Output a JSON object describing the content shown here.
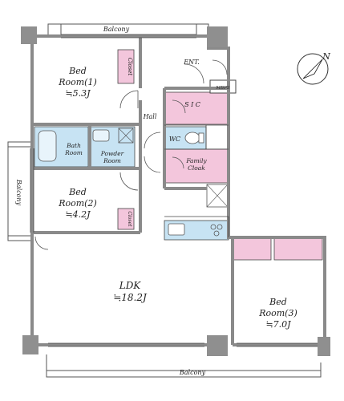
{
  "rooms": {
    "bed1": {
      "name": "Bed",
      "name2": "Room(1)",
      "size": "≒5.3J"
    },
    "bed2": {
      "name": "Bed",
      "name2": "Room(2)",
      "size": "≒4.2J"
    },
    "bed3": {
      "name": "Bed",
      "name2": "Room(3)",
      "size": "≒7.0J"
    },
    "ldk": {
      "name": "LDK",
      "size": "≒18.2J"
    },
    "bath": {
      "name": "Bath",
      "name2": "Room"
    },
    "powder": {
      "name": "Powder",
      "name2": "Room"
    },
    "family_cloak": {
      "name": "Family",
      "name2": "Cloak"
    },
    "sic": "S I C",
    "wc": "WC",
    "hall": "Hall",
    "ent": "ENT.",
    "mbps": "MBPS",
    "closet_top": "Closet",
    "closet_mid": "Closet"
  },
  "balconies": {
    "top": "Balcony",
    "left": "Balcony",
    "bottom": "Balcony"
  },
  "compass": {
    "label": "N"
  },
  "colors": {
    "wall": "#9a9a9a",
    "closet_pink": "#f3c6dc",
    "wet_blue": "#c7e3f3",
    "line": "#444444"
  }
}
